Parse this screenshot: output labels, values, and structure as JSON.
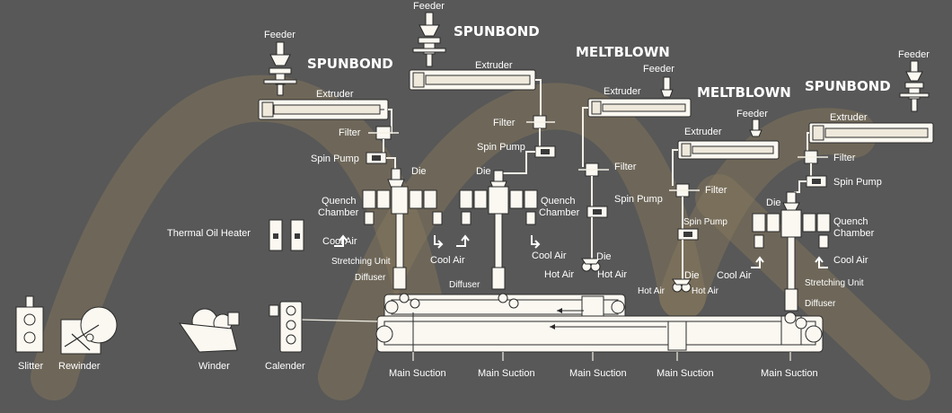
{
  "labels": {
    "spunbond_1": "SPUNBOND",
    "spunbond_2": "SPUNBOND",
    "spunbond_3": "SPUNBOND",
    "meltblown_1": "MELTBLOWN",
    "meltblown_2": "MELTBLOWN",
    "feeder": "Feeder",
    "extruder": "Extruder",
    "filter": "Filter",
    "spin_pump": "Spin Pump",
    "die": "Die",
    "quench": "Quench",
    "chamber": "Chamber",
    "cool_air": "Cool Air",
    "hot_air": "Hot Air",
    "stretching_unit": "Stretching Unit",
    "diffuser": "Diffuser",
    "thermal_oil_heater": "Thermal Oil Heater",
    "main_suction": "Main Suction",
    "slitter": "Slitter",
    "rewinder": "Rewinder",
    "winder": "Winder",
    "calender": "Calender"
  },
  "colors": {
    "background": "#585858",
    "watermark": "#8a7a5a",
    "equipment": "#efe9dc",
    "line": "#f3efe6",
    "text": "#ffffff"
  }
}
